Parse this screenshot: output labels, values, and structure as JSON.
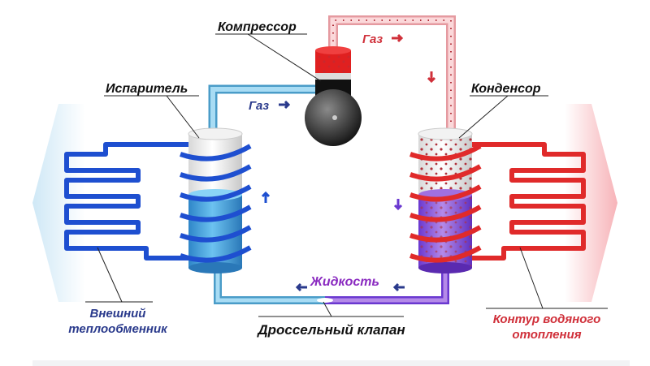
{
  "labels": {
    "compressor": "Компрессор",
    "gas_hot": "Газ",
    "gas_cold": "Газ",
    "evaporator": "Испаритель",
    "condenser": "Конденсор",
    "liquid": "Жидкость",
    "external_exchanger_line1": "Внешний",
    "external_exchanger_line2": "теплообменник",
    "throttle_valve": "Дроссельный клапан",
    "heating_circuit_line1": "Контур водяного",
    "heating_circuit_line2": "отопления"
  },
  "colors": {
    "cold": "#1e4fd0",
    "cold_pipe": "#7cc4e8",
    "hot": "#e02a2a",
    "hot_pipe": "#f4b8b8",
    "liquid_purple": "#7a3fd6",
    "label_dark_blue": "#2a3a8c",
    "label_red": "#d0303a",
    "label_purple": "#8a2ac0"
  }
}
